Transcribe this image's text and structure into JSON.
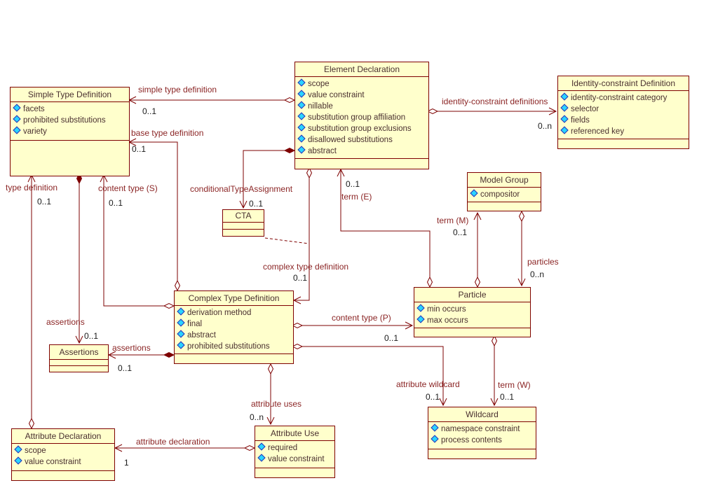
{
  "diagram": {
    "colors": {
      "box_fill": "#ffffcc",
      "box_border": "#7e0000",
      "box_text": "#4a3030",
      "edge_line": "#7e0000",
      "edge_label": "#8b2525",
      "multiplicity_text": "#1a1a1a",
      "attribute_icon_fill": "#2ad4ff",
      "attribute_icon_border": "#2d2db4"
    },
    "classes": {
      "simple_type_definition": {
        "title": "Simple Type Definition",
        "attributes": [
          "facets",
          "prohibited substitutions",
          "variety"
        ]
      },
      "element_declaration": {
        "title": "Element Declaration",
        "attributes": [
          "scope",
          "value constraint",
          "nillable",
          "substitution group affiliation",
          "substitution group exclusions",
          "disallowed substitutions",
          "abstract"
        ]
      },
      "identity_constraint_definition": {
        "title": "Identity-constraint Definition",
        "attributes": [
          "identity-constraint category",
          "selector",
          "fields",
          "referenced key"
        ]
      },
      "cta": {
        "title": "CTA",
        "attributes": []
      },
      "model_group": {
        "title": "Model Group",
        "attributes": [
          "compositor"
        ]
      },
      "particle": {
        "title": "Particle",
        "attributes": [
          "min occurs",
          "max occurs"
        ]
      },
      "complex_type_definition": {
        "title": "Complex Type Definition",
        "attributes": [
          "derivation method",
          "final",
          "abstract",
          "prohibited substitutions"
        ]
      },
      "assertions": {
        "title": "Assertions",
        "attributes": []
      },
      "attribute_declaration": {
        "title": "Attribute Declaration",
        "attributes": [
          "scope",
          "value constraint"
        ]
      },
      "attribute_use": {
        "title": "Attribute Use",
        "attributes": [
          "required",
          "value constraint"
        ]
      },
      "wildcard": {
        "title": "Wildcard",
        "attributes": [
          "namespace constraint",
          "process contents"
        ]
      }
    },
    "edges": {
      "simple_type_definition": {
        "label": "simple type definition",
        "multiplicity": "0..1"
      },
      "identity_constraint_definitions": {
        "label": "identity-constraint definitions",
        "multiplicity": "0..n"
      },
      "conditional_type_assignment": {
        "label": "conditionalTypeAssignment",
        "multiplicity": "0..1"
      },
      "base_type_definition": {
        "label": "base type definition",
        "multiplicity": "0..1"
      },
      "complex_type_definition": {
        "label": "complex type definition",
        "multiplicity": "0..1"
      },
      "content_type_s": {
        "label": "content type (S)",
        "multiplicity": "0..1"
      },
      "assertions_from_simple_type": {
        "label": "assertions",
        "multiplicity": "0..1"
      },
      "type_definition": {
        "label": "type definition",
        "multiplicity": "0..1"
      },
      "term_e": {
        "label": "term (E)",
        "multiplicity": "0..1"
      },
      "term_m": {
        "label": "term (M)",
        "multiplicity": "0..1"
      },
      "particles": {
        "label": "particles",
        "multiplicity": "0..n"
      },
      "content_type_p": {
        "label": "content type (P)",
        "multiplicity": "0..1"
      },
      "attribute_wildcard": {
        "label": "attribute wildcard",
        "multiplicity": "0..1"
      },
      "term_w": {
        "label": "term (W)",
        "multiplicity": "0..1"
      },
      "attribute_uses": {
        "label": "attribute uses",
        "multiplicity": "0..n"
      },
      "attribute_declaration": {
        "label": "attribute declaration",
        "multiplicity": "1"
      },
      "assertions_from_complex_type": {
        "label": "assertions",
        "multiplicity": "0..1"
      }
    }
  }
}
